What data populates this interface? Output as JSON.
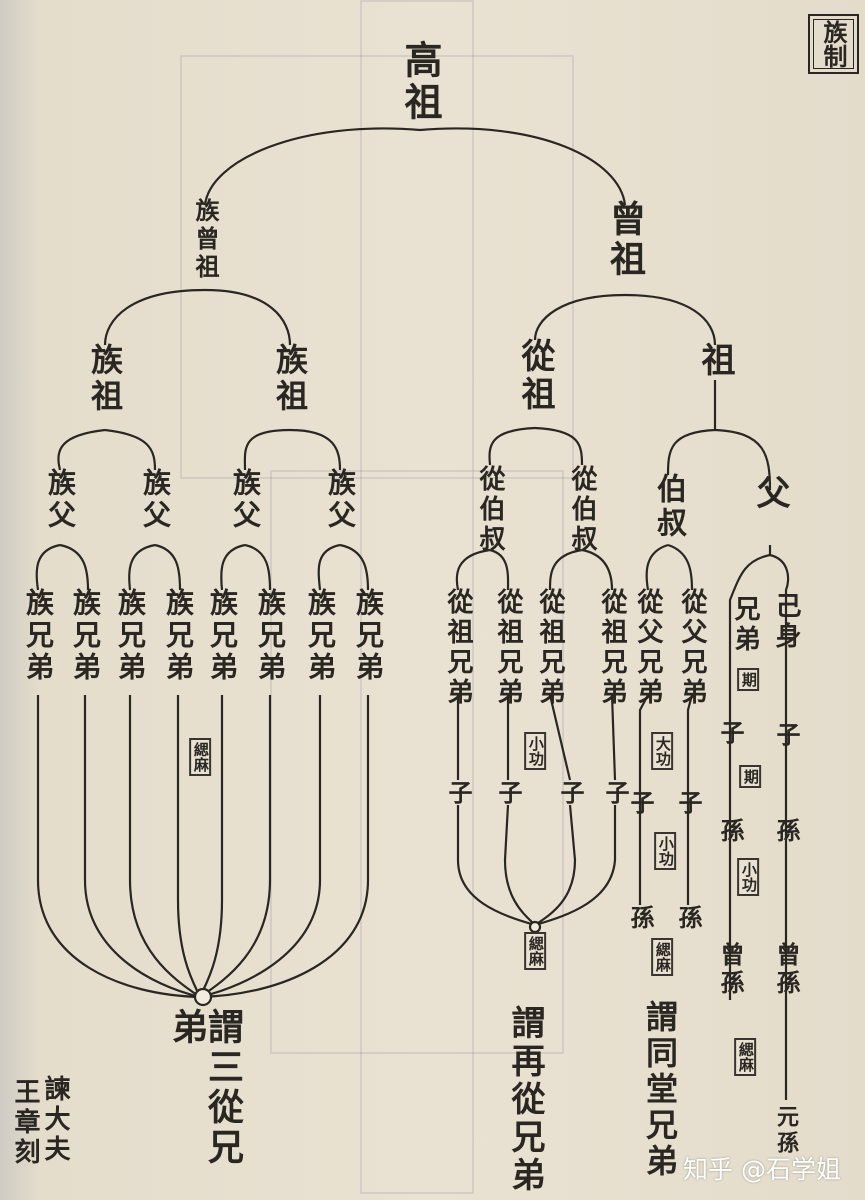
{
  "title": "族制",
  "nodes": {
    "gaozu": "高祖",
    "zu_zengzu": "族曾祖",
    "zengzu": "曾祖",
    "zuzu_1": "族祖",
    "zuzu_2": "族祖",
    "congzu": "從祖",
    "zu": "祖",
    "zufu": [
      "族父",
      "族父",
      "族父",
      "族父"
    ],
    "congboshu": [
      "從伯叔",
      "從伯叔"
    ],
    "boshu": "伯叔",
    "fu": "父",
    "zu_xiongdi": [
      "族兄弟",
      "族兄弟",
      "族兄弟",
      "族兄弟",
      "族兄弟",
      "族兄弟",
      "族兄弟",
      "族兄弟"
    ],
    "congzu_xiongdi": [
      "從祖兄弟",
      "從祖兄弟",
      "從祖兄弟",
      "從祖兄弟"
    ],
    "congfu_xiongdi": [
      "從父兄弟",
      "從父兄弟"
    ],
    "xiongdi": "兄弟",
    "jishen": "己身",
    "descendants": {
      "congzu_zi": [
        "子",
        "子",
        "子",
        "子"
      ],
      "congfu_zi": [
        "子",
        "子"
      ],
      "congfu_sun": [
        "孫",
        "孫"
      ],
      "xiongdi_line": [
        "子",
        "孫",
        "曾孫"
      ],
      "jishen_line": [
        "子",
        "孫",
        "曾孫",
        "元孫"
      ]
    }
  },
  "mourning_boxes": [
    "緦麻",
    "小功",
    "大功",
    "小功",
    "緦麻",
    "緦麻",
    "期",
    "期",
    "小功",
    "緦麻"
  ],
  "summaries": [
    "謂三從兄弟",
    "謂再從兄弟",
    "謂同堂兄弟"
  ],
  "engraver": [
    "諫大夫",
    "王章刻"
  ],
  "watermark": "知乎 @石学姐",
  "colors": {
    "paper": "#e6dfcf",
    "ink": "#2a2622"
  }
}
